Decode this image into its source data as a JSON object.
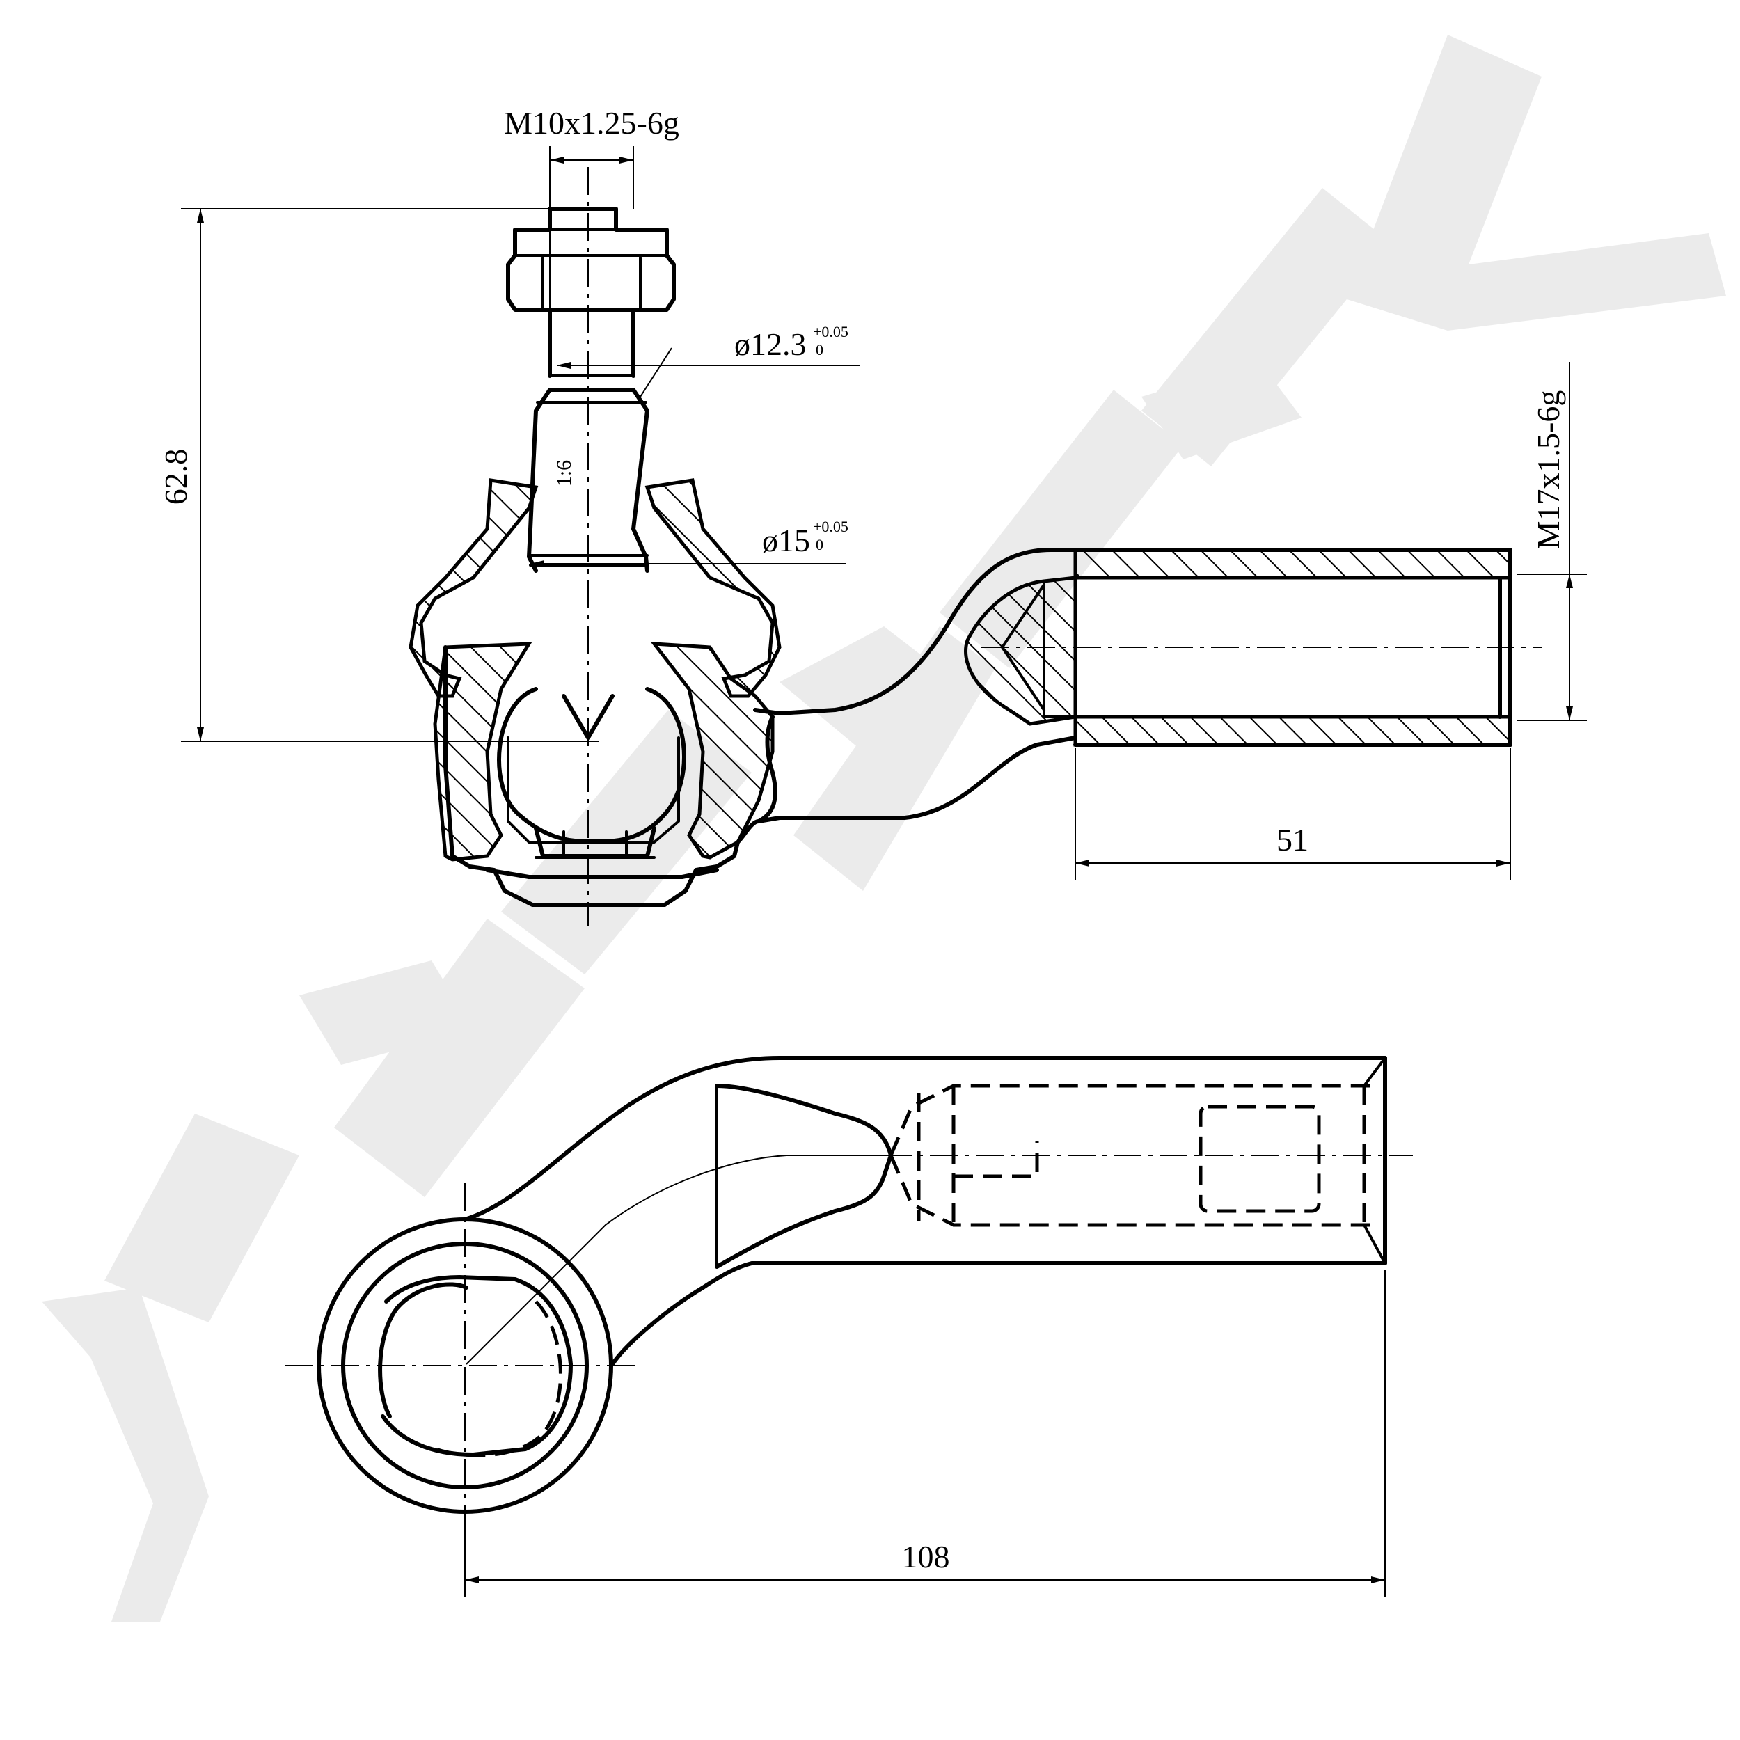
{
  "watermark": {
    "text": "ZENNEK",
    "color": "#e9e9e9"
  },
  "dimensions": {
    "stud_thread": "M10x1.25-6g",
    "taper_dia_small": "ø12.3",
    "taper_dia_small_tol_upper": "+0.05",
    "taper_dia_small_tol_lower": "0",
    "taper_ratio": "1:6",
    "taper_dia_large": "ø15",
    "taper_dia_large_tol_upper": "+0.05",
    "taper_dia_large_tol_lower": "0",
    "overall_height": "62.8",
    "socket_thread": "M17x1.5-6g",
    "thread_length": "51",
    "center_distance": "108"
  }
}
